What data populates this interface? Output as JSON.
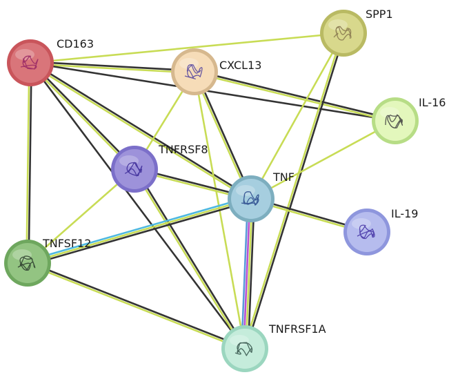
{
  "nodes": [
    {
      "id": "CD163",
      "label": "CD163",
      "fill": "#d9757a",
      "ring": "#c9555b",
      "glyph": "#9a2a66"
    },
    {
      "id": "CXCL13",
      "label": "CXCL13",
      "fill": "#f6dcb8",
      "ring": "#d6b88e",
      "glyph": "#5a4aa0"
    },
    {
      "id": "SPP1",
      "label": "SPP1",
      "fill": "#d8d88c",
      "ring": "#b9ba63",
      "glyph": "#8a7a50"
    },
    {
      "id": "IL-16",
      "label": "IL-16",
      "fill": "#e3f7bc",
      "ring": "#b7dd86",
      "glyph": "#444444"
    },
    {
      "id": "TNFRSF8",
      "label": "TNFRSF8",
      "fill": "#9d92da",
      "ring": "#7b6fc9",
      "glyph": "#3f2f9a"
    },
    {
      "id": "TNF",
      "label": "TNF",
      "fill": "#a6cedf",
      "ring": "#7daebf",
      "glyph": "#2f4f8f"
    },
    {
      "id": "IL-19",
      "label": "IL-19",
      "fill": "#b6bcee",
      "ring": "#8e96dd",
      "glyph": "#4a3aa8"
    },
    {
      "id": "TNFSF12",
      "label": "TNFSF12",
      "fill": "#93c482",
      "ring": "#6ea75e",
      "glyph": "#2f3f2f"
    },
    {
      "id": "TNFRSF1A",
      "label": "TNFRSF1A",
      "fill": "#c5ecdb",
      "ring": "#9bd6bf",
      "glyph": "#3a5a50"
    }
  ],
  "edges": [
    {
      "from": "CD163",
      "to": "SPP1",
      "evidence": [
        "#c8dc55"
      ]
    },
    {
      "from": "CD163",
      "to": "CXCL13",
      "evidence": [
        "#333333",
        "#c8dc55"
      ]
    },
    {
      "from": "CD163",
      "to": "IL-16",
      "evidence": [
        "#333333"
      ]
    },
    {
      "from": "CD163",
      "to": "TNFRSF8",
      "evidence": [
        "#333333",
        "#c8dc55"
      ]
    },
    {
      "from": "CD163",
      "to": "TNF",
      "evidence": [
        "#333333",
        "#c8dc55"
      ]
    },
    {
      "from": "CD163",
      "to": "TNFSF12",
      "evidence": [
        "#333333",
        "#c8dc55"
      ]
    },
    {
      "from": "CD163",
      "to": "TNFRSF1A",
      "evidence": [
        "#333333"
      ]
    },
    {
      "from": "CXCL13",
      "to": "IL-16",
      "evidence": [
        "#333333",
        "#c8dc55"
      ]
    },
    {
      "from": "CXCL13",
      "to": "TNF",
      "evidence": [
        "#333333",
        "#c8dc55"
      ]
    },
    {
      "from": "CXCL13",
      "to": "TNFRSF8",
      "evidence": [
        "#c8dc55"
      ]
    },
    {
      "from": "CXCL13",
      "to": "TNFRSF1A",
      "evidence": [
        "#c8dc55"
      ]
    },
    {
      "from": "SPP1",
      "to": "TNF",
      "evidence": [
        "#c8dc55"
      ]
    },
    {
      "from": "SPP1",
      "to": "TNFRSF1A",
      "evidence": [
        "#333333",
        "#c8dc55"
      ]
    },
    {
      "from": "IL-16",
      "to": "TNF",
      "evidence": [
        "#c8dc55"
      ]
    },
    {
      "from": "TNFRSF8",
      "to": "TNF",
      "evidence": [
        "#333333",
        "#c8dc55"
      ]
    },
    {
      "from": "TNFRSF8",
      "to": "TNFSF12",
      "evidence": [
        "#c8dc55"
      ]
    },
    {
      "from": "TNFRSF8",
      "to": "TNFRSF1A",
      "evidence": [
        "#333333",
        "#c8dc55"
      ]
    },
    {
      "from": "TNF",
      "to": "IL-19",
      "evidence": [
        "#333333",
        "#c8dc55"
      ]
    },
    {
      "from": "TNF",
      "to": "TNFSF12",
      "evidence": [
        "#333333",
        "#c8dc55",
        "#4db8e0"
      ]
    },
    {
      "from": "TNF",
      "to": "TNFRSF1A",
      "evidence": [
        "#333333",
        "#c8dc55",
        "#b84fd0",
        "#5a9ad8"
      ]
    },
    {
      "from": "TNFSF12",
      "to": "TNFRSF1A",
      "evidence": [
        "#333333",
        "#c8dc55"
      ]
    }
  ]
}
